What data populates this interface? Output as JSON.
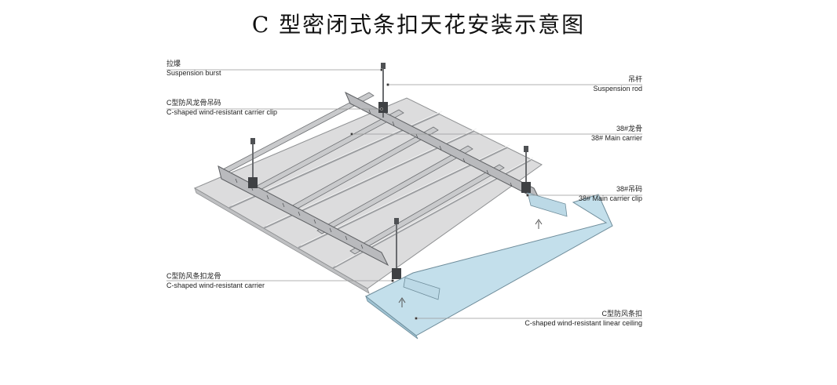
{
  "title": "C 型密闭式条扣天花安装示意图",
  "labels": {
    "suspension_burst": {
      "cn": "拉爆",
      "en": "Suspension burst"
    },
    "carrier_clip": {
      "cn": "C型防风龙骨吊码",
      "en": "C-shaped wind-resistant carrier clip"
    },
    "wind_carrier": {
      "cn": "C型防风条扣龙骨",
      "en": "C-shaped wind-resistant carrier"
    },
    "suspension_rod": {
      "cn": "吊杆",
      "en": "Suspension rod"
    },
    "main_carrier": {
      "cn": "38#龙骨",
      "en": "38# Main carrier"
    },
    "main_carrier_clip": {
      "cn": "38#吊码",
      "en": "38# Main carrier clip"
    },
    "linear_ceiling": {
      "cn": "C型防风条扣",
      "en": "C-shaped wind-resistant linear ceiling"
    }
  },
  "colors": {
    "panel_gray": "#d9dadb",
    "panel_blue": "#c2dfec",
    "line": "#8a8c8e",
    "leader": "#9a9a9a"
  }
}
